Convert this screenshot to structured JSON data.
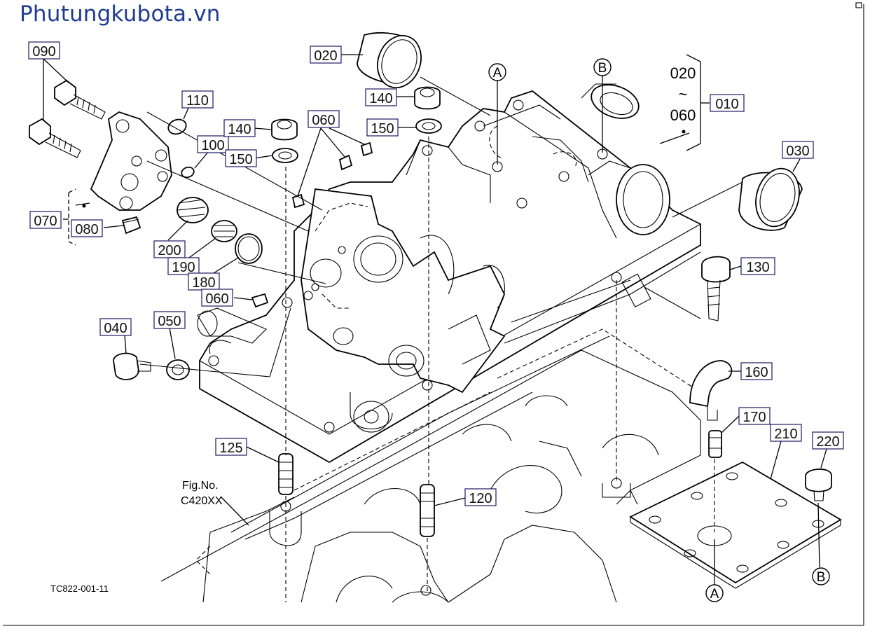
{
  "site": {
    "title": "Phutungkubota.vn"
  },
  "labels": {
    "p090": "090",
    "p110": "110",
    "p100": "100",
    "p070": "070",
    "p080": "080",
    "p020": "020",
    "p140a": "140",
    "p150a": "150",
    "p140b": "140",
    "p150b": "150",
    "p060a": "060",
    "p060b": "060",
    "p200": "200",
    "p190": "190",
    "p180": "180",
    "p040": "040",
    "p050": "050",
    "p125": "125",
    "p120": "120",
    "p010": "010",
    "p030": "030",
    "p130": "130",
    "p160": "160",
    "p170": "170",
    "p210": "210",
    "p220": "220"
  },
  "range": {
    "from": "020",
    "tilde": "~",
    "to": "060"
  },
  "refs": {
    "a": "A",
    "b": "B"
  },
  "fig": {
    "line1": "Fig.No.",
    "line2": "C420XX"
  },
  "code": "TC822-001-11"
}
